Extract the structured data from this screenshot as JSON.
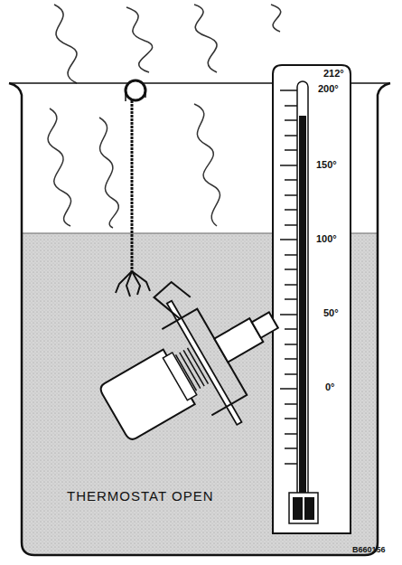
{
  "diagram": {
    "labels": [
      "212°",
      "200°",
      "150°",
      "100°",
      "50°",
      "0°",
      "THERMOSTAT OPEN",
      "B660156"
    ]
  }
}
